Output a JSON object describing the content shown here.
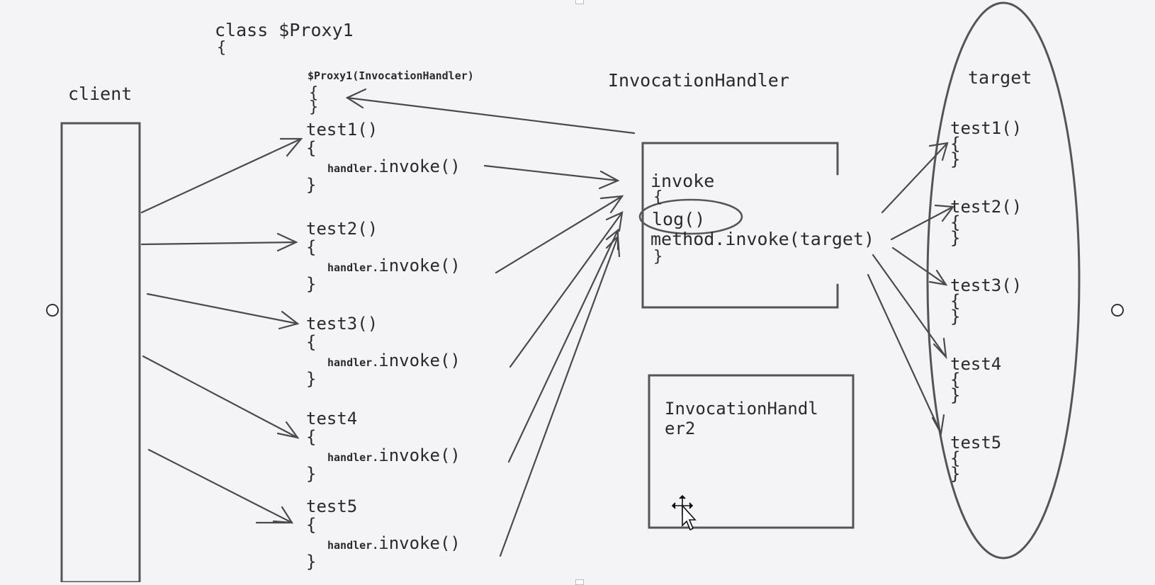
{
  "labels": {
    "client": "client",
    "class_decl": "class $Proxy1",
    "class_open": "{",
    "constructor": "$Proxy1(InvocationHandler)",
    "ctor_open": "{",
    "ctor_close": "}",
    "handler_title": "InvocationHandler",
    "target_title": "target",
    "handler2": "InvocationHandler2"
  },
  "proxy_methods": [
    {
      "name": "test1()",
      "open": "{",
      "call_prefix": "handler.",
      "call": "invoke()",
      "close": "}"
    },
    {
      "name": "test2()",
      "open": "{",
      "call_prefix": "handler.",
      "call": "invoke()",
      "close": "}"
    },
    {
      "name": "test3()",
      "open": "{",
      "call_prefix": "handler.",
      "call": "invoke()",
      "close": "}"
    },
    {
      "name": "test4",
      "open": "{",
      "call_prefix": "handler.",
      "call": "invoke()",
      "close": "}"
    },
    {
      "name": "test5",
      "open": "{",
      "call_prefix": "handler.",
      "call": "invoke()",
      "close": "}"
    }
  ],
  "handler_body": {
    "invoke": "invoke",
    "open": "{",
    "log": "log()",
    "method_invoke": "method.invoke(target)",
    "close": "}"
  },
  "target_methods": [
    {
      "name": "test1()",
      "open": "{",
      "close": "}"
    },
    {
      "name": "test2()",
      "open": "{",
      "close": "}"
    },
    {
      "name": "test3()",
      "open": "{",
      "close": "}"
    },
    {
      "name": "test4",
      "open": "{",
      "close": "}"
    },
    {
      "name": "test5",
      "open": "{",
      "close": "}"
    }
  ],
  "icons": {
    "cursor": "move-cursor-icon",
    "left_handle": "resize-handle-icon",
    "right_handle": "resize-handle-icon"
  },
  "colors": {
    "background": "#f4f4f6",
    "ink": "#2a2a2a",
    "line": "#555555"
  }
}
